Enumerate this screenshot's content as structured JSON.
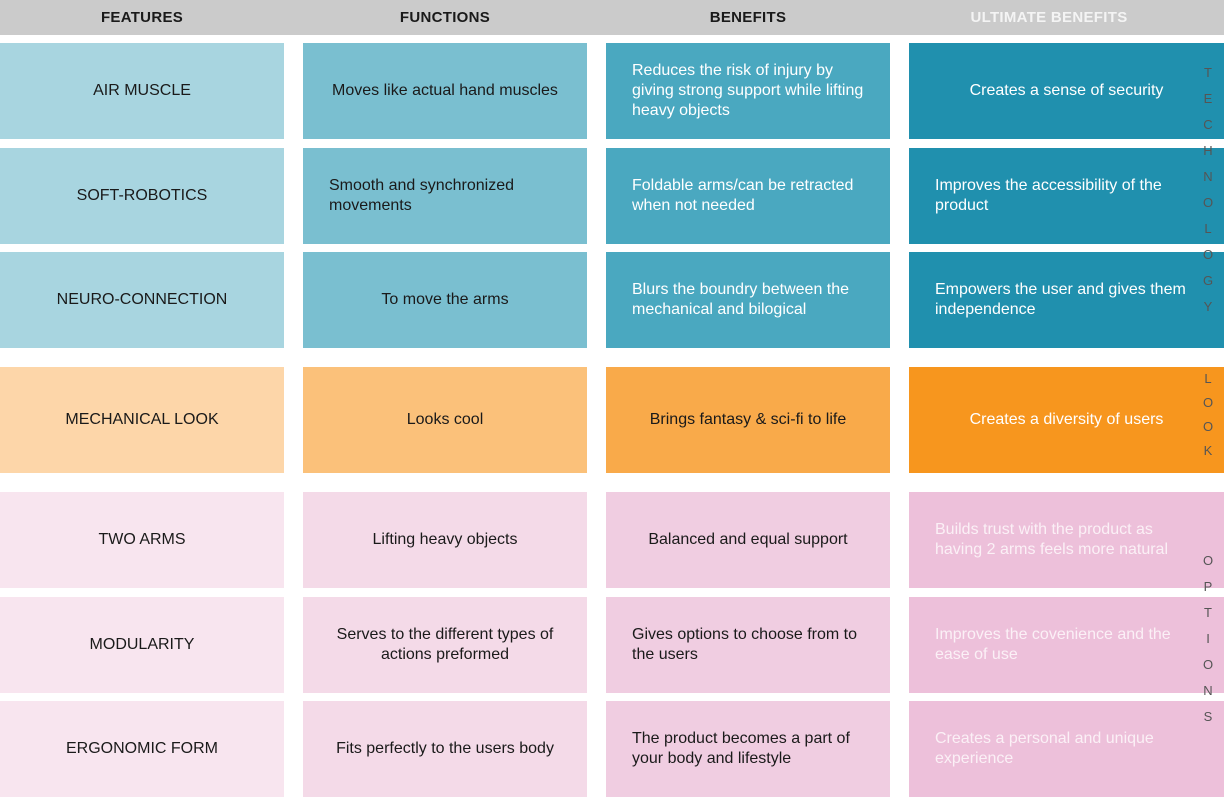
{
  "headers": [
    "FEATURES",
    "FUNCTIONS",
    "BENEFITS",
    "ULTIMATE BENEFITS"
  ],
  "groups": [
    {
      "label": "TECHNOLOGY",
      "colors": [
        "#a8d5e0",
        "#7abfd0",
        "#4aa8c0",
        "#2090ae"
      ],
      "rows": [
        [
          "AIR MUSCLE",
          "Moves like actual hand muscles",
          "Reduces the risk of injury by giving strong support while lifting heavy objects",
          "Creates a sense of security"
        ],
        [
          "SOFT-ROBOTICS",
          "Smooth and synchronized movements",
          "Foldable arms/can be retracted when not needed",
          "Improves the accessibility of the product"
        ],
        [
          "NEURO-CONNECTION",
          "To move the arms",
          "Blurs the boundry between the mechanical and bilogical",
          "Empowers the user and gives them independence"
        ]
      ]
    },
    {
      "label": "LOOK",
      "colors": [
        "#fdd6a9",
        "#fbc17a",
        "#f9aa4a",
        "#f7961e"
      ],
      "rows": [
        [
          "MECHANICAL LOOK",
          "Looks cool",
          "Brings fantasy & sci-fi to life",
          "Creates a diversity of users"
        ]
      ]
    },
    {
      "label": "OPTIONS",
      "colors": [
        "#f8e5ef",
        "#f4dae8",
        "#f0cde1",
        "#edc0da"
      ],
      "rows": [
        [
          "TWO ARMS",
          "Lifting heavy objects",
          "Balanced and equal support",
          "Builds trust with the product as having 2 arms feels more natural"
        ],
        [
          "MODULARITY",
          "Serves to the different types of actions preformed",
          "Gives options to choose from to the users",
          "Improves the covenience and the ease of use"
        ],
        [
          "ERGONOMIC FORM",
          "Fits perfectly to the users body",
          "The product becomes a part of your body and lifestyle",
          "Creates a personal and unique experience"
        ]
      ]
    }
  ]
}
